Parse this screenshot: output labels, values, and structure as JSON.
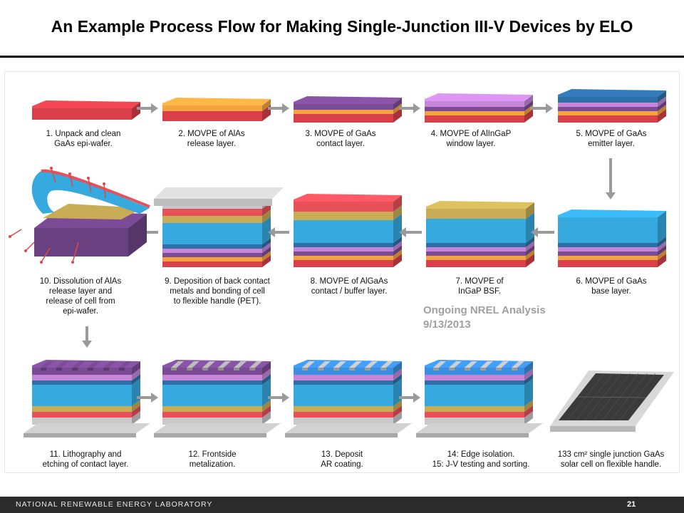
{
  "slide": {
    "title": "An Example Process Flow for Making Single-Junction III-V Devices by ELO",
    "note": [
      "Ongoing  NREL Analysis",
      "9/13/2013"
    ],
    "footer_org": "NATIONAL RENEWABLE ENERGY LABORATORY",
    "page_number": "21"
  },
  "colors": {
    "gaas_substrate": "#d9404a",
    "alas": "#f3a43e",
    "gaas_contact": "#7b4b96",
    "alingap": "#c586da",
    "gaas_emitter": "#2f6fa8",
    "gaas_base": "#36a9df",
    "ingap_bsf": "#c8ac56",
    "algaas": "#e8505a",
    "metal": "#c9c9c9",
    "handle": "#d2d2d2",
    "ar_coating": "#3b8ee0",
    "arrow": "#9a9a9a"
  },
  "steps": [
    {
      "id": "s1",
      "lines": [
        "1. Unpack and clean",
        "GaAs epi-wafer."
      ]
    },
    {
      "id": "s2",
      "lines": [
        "2. MOVPE of AlAs",
        "release layer."
      ]
    },
    {
      "id": "s3",
      "lines": [
        "3. MOVPE of GaAs",
        "contact layer."
      ]
    },
    {
      "id": "s4",
      "lines": [
        "4. MOVPE of AlInGaP",
        "window layer."
      ]
    },
    {
      "id": "s5",
      "lines": [
        "5. MOVPE of GaAs",
        "emitter layer."
      ]
    },
    {
      "id": "s6",
      "lines": [
        "6. MOVPE of GaAs",
        "base layer."
      ]
    },
    {
      "id": "s7",
      "lines": [
        "7. MOVPE of",
        "InGaP BSF."
      ]
    },
    {
      "id": "s8",
      "lines": [
        "8. MOVPE of AlGaAs",
        "contact / buffer layer."
      ]
    },
    {
      "id": "s9",
      "lines": [
        "9. Deposition of back contact",
        "metals and bonding of cell",
        "to flexible handle (PET)."
      ]
    },
    {
      "id": "s10",
      "lines": [
        "10. Dissolution of AlAs",
        "release layer and",
        "release of cell from",
        "epi-wafer."
      ]
    },
    {
      "id": "s11",
      "lines": [
        "11. Lithography and",
        "etching of contact layer."
      ]
    },
    {
      "id": "s12",
      "lines": [
        "12. Frontside",
        "metalization."
      ]
    },
    {
      "id": "s13",
      "lines": [
        "13. Deposit",
        "AR coating."
      ]
    },
    {
      "id": "s14",
      "lines": [
        "14: Edge isolation.",
        "15: J-V testing and sorting."
      ]
    },
    {
      "id": "s15",
      "lines": [
        "133 cm² single junction GaAs",
        "solar cell on flexible handle."
      ]
    }
  ]
}
